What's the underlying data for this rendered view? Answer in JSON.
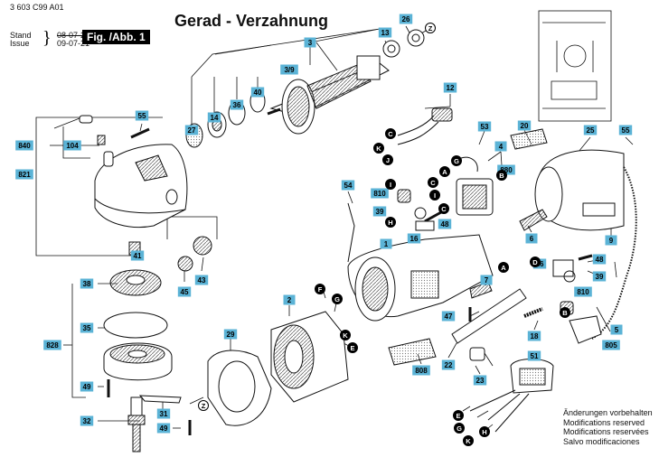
{
  "header": {
    "doc_id": "3 603 C99 A01",
    "stand_label": "Stand",
    "stand_date": "08-07-20",
    "issue_label": "Issue",
    "issue_date": "09-07-21",
    "figure_label": "Fig. /Abb. 1",
    "title": "Gerad - Verzahnung"
  },
  "notes": [
    "Änderungen vorbehalten",
    "Modifications reserved",
    "Modifications reservées",
    "Salvo modificaciones"
  ],
  "part_labels": [
    "3",
    "3/9",
    "13",
    "26",
    "40",
    "36",
    "14",
    "27",
    "55",
    "840",
    "104",
    "821",
    "12",
    "53",
    "20",
    "25",
    "55",
    "4",
    "880",
    "54",
    "810",
    "39",
    "48",
    "16",
    "1",
    "2",
    "7",
    "47",
    "22",
    "29",
    "41",
    "45",
    "43",
    "38",
    "35",
    "828",
    "49",
    "31",
    "32",
    "49",
    "18",
    "808",
    "23",
    "51",
    "9",
    "48",
    "39",
    "810",
    "16",
    "6",
    "5",
    "805"
  ],
  "letter_labels": [
    "Z",
    "C",
    "K",
    "J",
    "G",
    "I",
    "C",
    "A",
    "B",
    "I",
    "C",
    "H",
    "F",
    "G",
    "K",
    "E",
    "Z",
    "A",
    "D",
    "B",
    "E",
    "G",
    "K",
    "H"
  ]
}
